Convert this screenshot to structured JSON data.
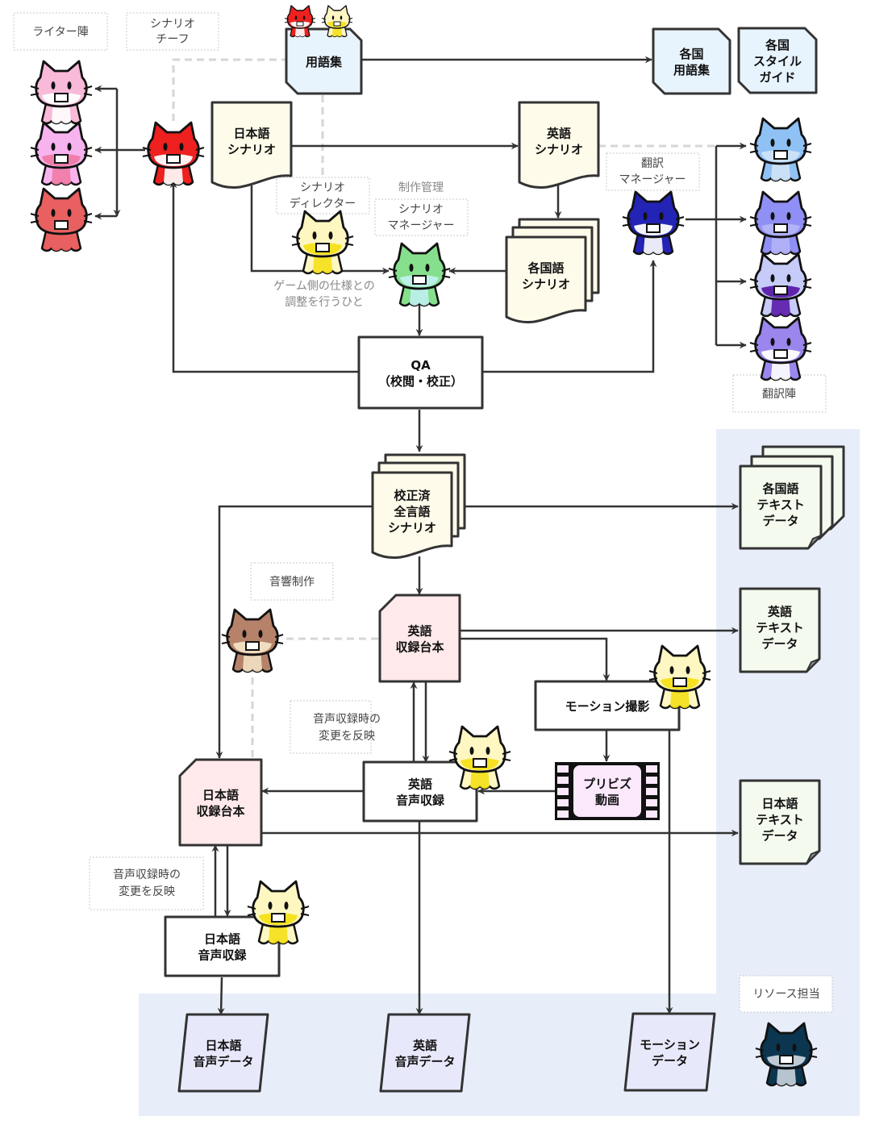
{
  "colors": {
    "panel_bg": "#e8eef9",
    "glossary_fill": "#e8f4fd",
    "scenario_fill": "#fffbea",
    "script_fill": "#ffe9ea",
    "textdata_fill": "#f4faee",
    "voicedata_fill": "#e8e8fb",
    "video_fill": "#fbe8fb",
    "stroke": "#333333"
  },
  "role_labels": {
    "writers": "ライター陣",
    "scenario_chief": [
      "シナリオ",
      "チーフ"
    ],
    "scenario_director": [
      "シナリオ",
      "ディレクター"
    ],
    "production_mgmt": "制作管理",
    "scenario_manager": [
      "シナリオ",
      "マネージャー"
    ],
    "manager_note": [
      "ゲーム側の仕様との",
      "調整を行うひと"
    ],
    "translation_manager": [
      "翻訳",
      "マネージャー"
    ],
    "translators": "翻訳陣",
    "sound_production": "音響制作",
    "reflect_changes_en": [
      "音声収録時の",
      "変更を反映"
    ],
    "reflect_changes_ja": [
      "音声収録時の",
      "変更を反映"
    ],
    "resource_staff": "リソース担当"
  },
  "nodes": {
    "glossary": [
      "用語集"
    ],
    "country_glossary": [
      "各国",
      "用語集"
    ],
    "country_styleguide": [
      "各国",
      "スタイル",
      "ガイド"
    ],
    "ja_scenario": [
      "日本語",
      "シナリオ"
    ],
    "en_scenario": [
      "英語",
      "シナリオ"
    ],
    "country_scenario": [
      "各国語",
      "シナリオ"
    ],
    "qa": [
      "QA",
      "（校閲・校正）"
    ],
    "proofed_scenario": [
      "校正済",
      "全言語",
      "シナリオ"
    ],
    "en_script": [
      "英語",
      "収録台本"
    ],
    "ja_script": [
      "日本語",
      "収録台本"
    ],
    "motion_capture": [
      "モーション撮影"
    ],
    "previs_video": [
      "プリビズ",
      "動画"
    ],
    "en_recording": [
      "英語",
      "音声収録"
    ],
    "ja_recording": [
      "日本語",
      "音声収録"
    ],
    "country_textdata": [
      "各国語",
      "テキスト",
      "データ"
    ],
    "en_textdata": [
      "英語",
      "テキスト",
      "データ"
    ],
    "ja_textdata": [
      "日本語",
      "テキスト",
      "データ"
    ],
    "ja_voicedata": [
      "日本語",
      "音声データ"
    ],
    "en_voicedata": [
      "英語",
      "音声データ"
    ],
    "motion_data": [
      "モーション",
      "データ"
    ]
  },
  "cats": {
    "writer1": {
      "body": "#f9b9d8",
      "accent": "#ffffff"
    },
    "writer2": {
      "body": "#f7b3ee",
      "accent": "#f07aa5"
    },
    "writer3": {
      "body": "#e96060",
      "accent": "#e96060"
    },
    "chief": {
      "body": "#ee2020",
      "accent": "#ffffff"
    },
    "director": {
      "body": "#fff7c2",
      "accent": "#f5e018"
    },
    "manager": {
      "body": "#86df8c",
      "accent": "#bff0ee"
    },
    "trans_manager": {
      "body": "#2323b5",
      "accent": "#ffffff"
    },
    "translator1": {
      "body": "#8fc1f5",
      "accent": "#cfe3f7"
    },
    "translator2": {
      "body": "#8f8ff5",
      "accent": "#b4b4f8"
    },
    "translator3": {
      "body": "#c7cbf8",
      "accent": "#5a1aa8"
    },
    "translator4": {
      "body": "#9b86ee",
      "accent": "#ffffff"
    },
    "sound": {
      "body": "#b7826a",
      "accent": "#f2e0c4"
    },
    "motion_staff": {
      "body": "#fff7c2",
      "accent": "#f5e018"
    },
    "en_voice_staff": {
      "body": "#fff7c2",
      "accent": "#f5e018"
    },
    "ja_voice_staff": {
      "body": "#fff7c2",
      "accent": "#f5e018"
    },
    "resource": {
      "body": "#0c3550",
      "accent": "#c8d4dc"
    },
    "glossary_top1": {
      "body": "#ee2020",
      "accent": "#ffffff"
    },
    "glossary_top2": {
      "body": "#fff7c2",
      "accent": "#f5e018"
    }
  }
}
